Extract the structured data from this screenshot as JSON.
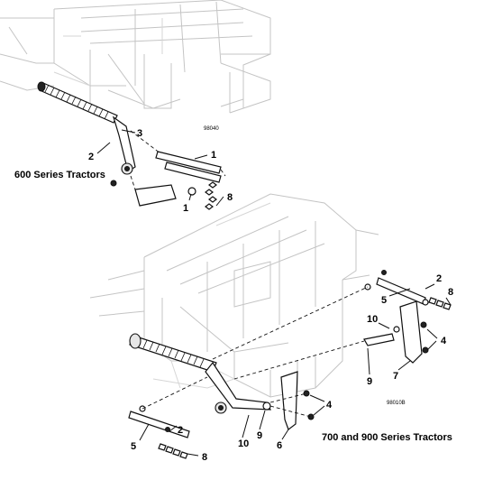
{
  "figure_codes": {
    "top": "98040",
    "bottom": "98010B"
  },
  "captions": {
    "top": "600 Series Tractors",
    "bottom": "700 and 900 Series Tractors"
  },
  "callouts": {
    "top": {
      "c1a": "1",
      "c1b": "1",
      "c2": "2",
      "c3": "3",
      "c8": "8"
    },
    "bottom": {
      "c2r": "2",
      "c5r": "5",
      "c8r": "8",
      "c10r": "10",
      "c4r": "4",
      "c7": "7",
      "c9r": "9",
      "c4c": "4",
      "c6": "6",
      "c9c": "9",
      "c10c": "10",
      "c2l": "2",
      "c5l": "5",
      "c8l": "8"
    }
  }
}
